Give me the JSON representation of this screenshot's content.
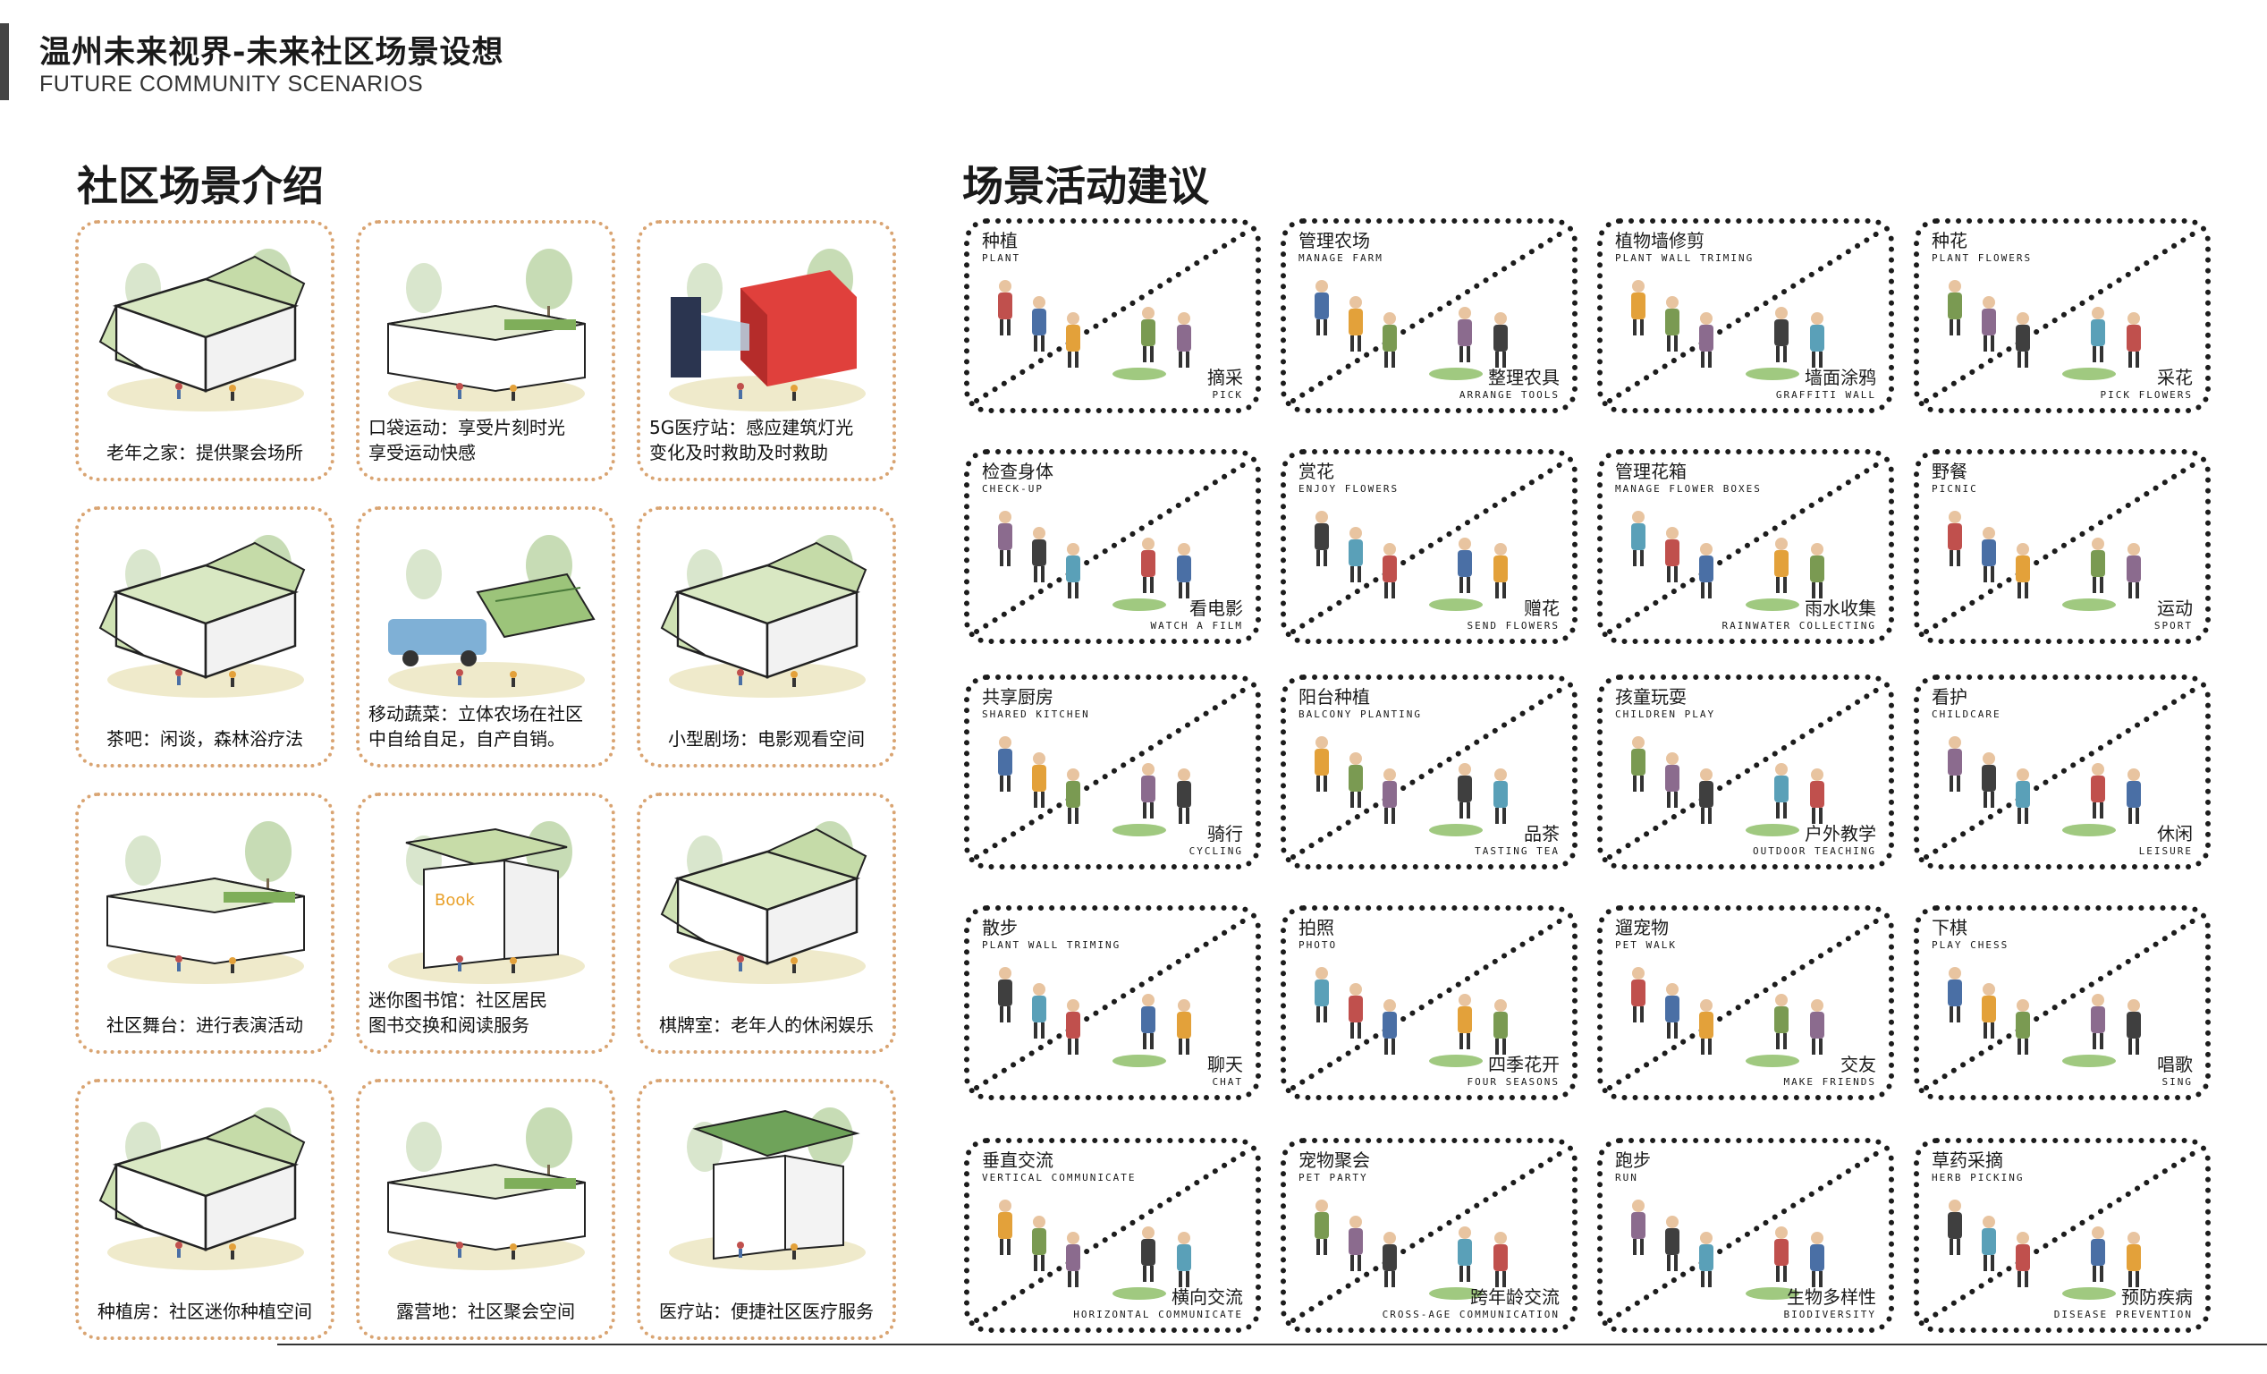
{
  "header": {
    "title_cn": "温州未来视界-未来社区场景设想",
    "title_en": "FUTURE COMMUNITY SCENARIOS"
  },
  "intro": {
    "title": "社区场景介绍",
    "cards": [
      {
        "caption": "老年之家：提供聚会场所",
        "icon": "box-house-illustration"
      },
      {
        "caption": "口袋运动：享受片刻时光\n享受运动快感",
        "icon": "building-illustration"
      },
      {
        "caption": "5G医疗站：感应建筑灯光\n变化及时救助及时救助",
        "icon": "red-box-illustration"
      },
      {
        "caption": "茶吧：闲谈，森林浴疗法",
        "icon": "box-house-illustration"
      },
      {
        "caption": "移动蔬菜：立体农场在社区\n中自给自足，自产自销。",
        "icon": "truck-farm-illustration"
      },
      {
        "caption": "小型剧场：电影观看空间",
        "icon": "box-house-illustration"
      },
      {
        "caption": "社区舞台：进行表演活动",
        "icon": "stage-illustration"
      },
      {
        "caption": "迷你图书馆：社区居民\n图书交换和阅读服务",
        "icon": "library-illustration"
      },
      {
        "caption": "棋牌室：老年人的休闲娱乐",
        "icon": "box-house-illustration"
      },
      {
        "caption": "种植房：社区迷你种植空间",
        "icon": "box-house-illustration"
      },
      {
        "caption": "露营地：社区聚会空间",
        "icon": "building-illustration"
      },
      {
        "caption": "医疗站：便捷社区医疗服务",
        "icon": "green-roof-illustration"
      }
    ]
  },
  "activities": {
    "title": "场景活动建议",
    "cards": [
      {
        "top_cn": "种植",
        "top_en": "PLANT",
        "bot_cn": "摘采",
        "bot_en": "PICK"
      },
      {
        "top_cn": "管理农场",
        "top_en": "MANAGE FARM",
        "bot_cn": "整理农具",
        "bot_en": "ARRANGE TOOLS"
      },
      {
        "top_cn": "植物墙修剪",
        "top_en": "PLANT WALL TRIMING",
        "bot_cn": "墙面涂鸦",
        "bot_en": "GRAFFITI WALL"
      },
      {
        "top_cn": "种花",
        "top_en": "PLANT FLOWERS",
        "bot_cn": "采花",
        "bot_en": "PICK FLOWERS"
      },
      {
        "top_cn": "检查身体",
        "top_en": "CHECK-UP",
        "bot_cn": "看电影",
        "bot_en": "WATCH A FILM"
      },
      {
        "top_cn": "赏花",
        "top_en": "ENJOY FLOWERS",
        "bot_cn": "赠花",
        "bot_en": "SEND FLOWERS"
      },
      {
        "top_cn": "管理花箱",
        "top_en": "MANAGE FLOWER BOXES",
        "bot_cn": "雨水收集",
        "bot_en": "RAINWATER COLLECTING"
      },
      {
        "top_cn": "野餐",
        "top_en": "PICNIC",
        "bot_cn": "运动",
        "bot_en": "SPORT"
      },
      {
        "top_cn": "共享厨房",
        "top_en": "SHARED KITCHEN",
        "bot_cn": "骑行",
        "bot_en": "CYCLING"
      },
      {
        "top_cn": "阳台种植",
        "top_en": "BALCONY PLANTING",
        "bot_cn": "品茶",
        "bot_en": "TASTING TEA"
      },
      {
        "top_cn": "孩童玩耍",
        "top_en": "CHILDREN PLAY",
        "bot_cn": "户外教学",
        "bot_en": "OUTDOOR TEACHING"
      },
      {
        "top_cn": "看护",
        "top_en": "CHILDCARE",
        "bot_cn": "休闲",
        "bot_en": "LEISURE"
      },
      {
        "top_cn": "散步",
        "top_en": "PLANT WALL TRIMING",
        "bot_cn": "聊天",
        "bot_en": "CHAT"
      },
      {
        "top_cn": "拍照",
        "top_en": "PHOTO",
        "bot_cn": "四季花开",
        "bot_en": "FOUR SEASONS"
      },
      {
        "top_cn": "遛宠物",
        "top_en": "PET WALK",
        "bot_cn": "交友",
        "bot_en": "MAKE FRIENDS"
      },
      {
        "top_cn": "下棋",
        "top_en": "PLAY CHESS",
        "bot_cn": "唱歌",
        "bot_en": "SING"
      },
      {
        "top_cn": "垂直交流",
        "top_en": "VERTICAL COMMUNICATE",
        "bot_cn": "横向交流",
        "bot_en": "HORIZONTAL COMMUNICATE"
      },
      {
        "top_cn": "宠物聚会",
        "top_en": "PET PARTY",
        "bot_cn": "跨年龄交流",
        "bot_en": "CROSS-AGE COMMUNICATION"
      },
      {
        "top_cn": "跑步",
        "top_en": "RUN",
        "bot_cn": "生物多样性",
        "bot_en": "BIODIVERSITY"
      },
      {
        "top_cn": "草药采摘",
        "top_en": "HERB PICKING",
        "bot_cn": "预防疾病",
        "bot_en": "DISEASE PREVENTION"
      }
    ]
  },
  "colors": {
    "intro_border": "#d9a472",
    "card_border": "#1c1c1c",
    "green": "#8fbf6a",
    "pale_green": "#dfe9c8",
    "red": "#e0403c"
  }
}
